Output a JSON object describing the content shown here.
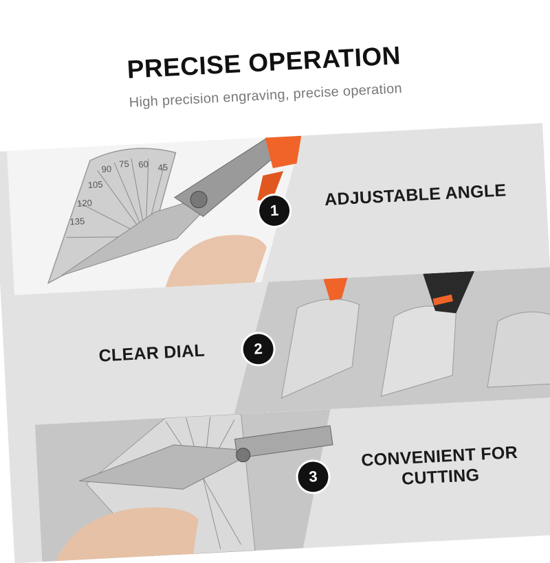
{
  "header": {
    "title": "PRECISE OPERATION",
    "subtitle": "High precision engraving, precise operation"
  },
  "features": [
    {
      "number": "1",
      "label": "ADJUSTABLE ANGLE"
    },
    {
      "number": "2",
      "label": "CLEAR DIAL"
    },
    {
      "number": "3",
      "label": "CONVENIENT FOR CUTTING"
    }
  ],
  "dial_markings": [
    "45",
    "60",
    "75",
    "90",
    "105",
    "120",
    "135"
  ],
  "colors": {
    "handle_accent": "#f0642a",
    "band_background": "#e2e2e2",
    "badge": "#111111"
  }
}
